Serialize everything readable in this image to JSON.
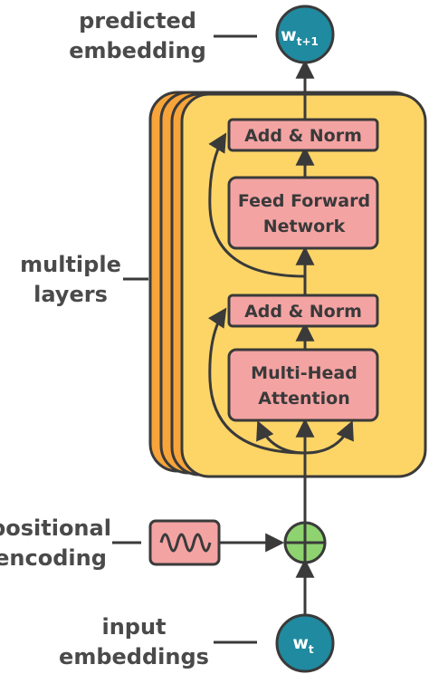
{
  "labels": {
    "predicted_line1": "predicted",
    "predicted_line2": "embedding",
    "multiple_line1": "multiple",
    "multiple_line2": "layers",
    "positional_line1": "positional",
    "positional_line2": "encoding",
    "input_line1": "input",
    "input_line2": "embeddings"
  },
  "nodes": {
    "output": {
      "main": "w",
      "sub": "t+1"
    },
    "input": {
      "main": "w",
      "sub": "t"
    }
  },
  "blocks": {
    "add_norm_top": "Add & Norm",
    "feed_forward_line1": "Feed Forward",
    "feed_forward_line2": "Network",
    "add_norm_mid": "Add & Norm",
    "attention_line1": "Multi-Head",
    "attention_line2": "Attention"
  },
  "colors": {
    "layer_fill": "#fdd567",
    "layer_back": "#f7a43a",
    "block_fill": "#f4a3a3",
    "node_fill": "#1f8aa0",
    "sum_fill": "#8ed36f",
    "stroke": "#3a3a3a"
  }
}
